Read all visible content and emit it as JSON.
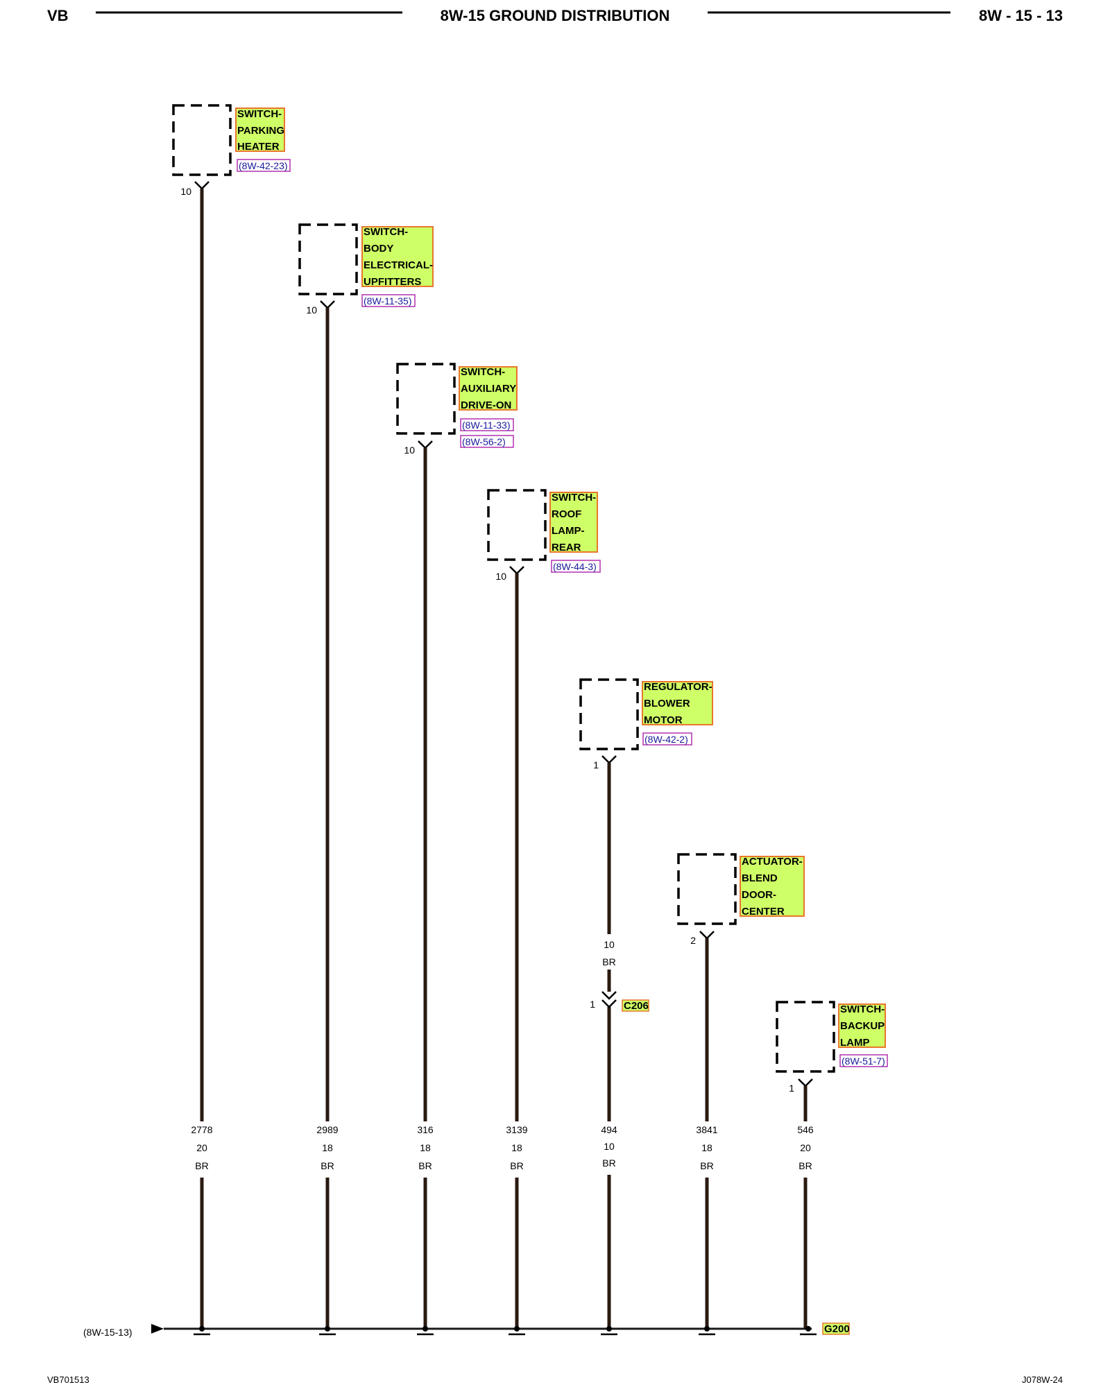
{
  "header": {
    "left": "VB",
    "title": "8W-15 GROUND DISTRIBUTION",
    "page": "8W - 15 - 13"
  },
  "footer": {
    "left": "VB701513",
    "right": "J078W-24"
  },
  "components": [
    {
      "name_lines": [
        "SWITCH-",
        "PARKING",
        "HEATER"
      ],
      "refs": [
        "(8W-42-23)"
      ],
      "pin": "10"
    },
    {
      "name_lines": [
        "SWITCH-",
        "BODY",
        "ELECTRICAL-",
        "UPFITTERS"
      ],
      "refs": [
        "(8W-11-35)"
      ],
      "pin": "10"
    },
    {
      "name_lines": [
        "SWITCH-",
        "AUXILIARY",
        "DRIVE-ON"
      ],
      "refs": [
        "(8W-11-33)",
        "(8W-56-2)"
      ],
      "pin": "10"
    },
    {
      "name_lines": [
        "SWITCH-",
        "ROOF",
        "LAMP-",
        "REAR"
      ],
      "refs": [
        "(8W-44-3)"
      ],
      "pin": "10"
    },
    {
      "name_lines": [
        "REGULATOR-",
        "BLOWER",
        "MOTOR"
      ],
      "refs": [
        "(8W-42-2)"
      ],
      "pin": "1"
    },
    {
      "name_lines": [
        "ACTUATOR-",
        "BLEND",
        "DOOR-",
        "CENTER"
      ],
      "refs": [],
      "pin": "2"
    },
    {
      "name_lines": [
        "SWITCH-",
        "BACKUP",
        "LAMP"
      ],
      "refs": [
        "(8W-51-7)"
      ],
      "pin": "1"
    }
  ],
  "wires": [
    {
      "circuit": "2778",
      "gauge": "20",
      "color": "BR"
    },
    {
      "circuit": "2989",
      "gauge": "18",
      "color": "BR"
    },
    {
      "circuit": "316",
      "gauge": "18",
      "color": "BR"
    },
    {
      "circuit": "3139",
      "gauge": "18",
      "color": "BR"
    },
    {
      "circuit": "494",
      "gauge": "10",
      "color": "BR"
    },
    {
      "circuit": "3841",
      "gauge": "18",
      "color": "BR"
    },
    {
      "circuit": "546",
      "gauge": "20",
      "color": "BR"
    }
  ],
  "inline_connector": {
    "name": "C206",
    "pin_upper": "10",
    "color_upper": "BR",
    "pin_lower": "1"
  },
  "ground": {
    "name": "G200",
    "ref": "(8W-15-13)"
  },
  "colors": {
    "label_fill": "#cfff66",
    "label_border": "#e8762a",
    "ref_border": "#b030b0",
    "wire": "#2a1a10"
  }
}
